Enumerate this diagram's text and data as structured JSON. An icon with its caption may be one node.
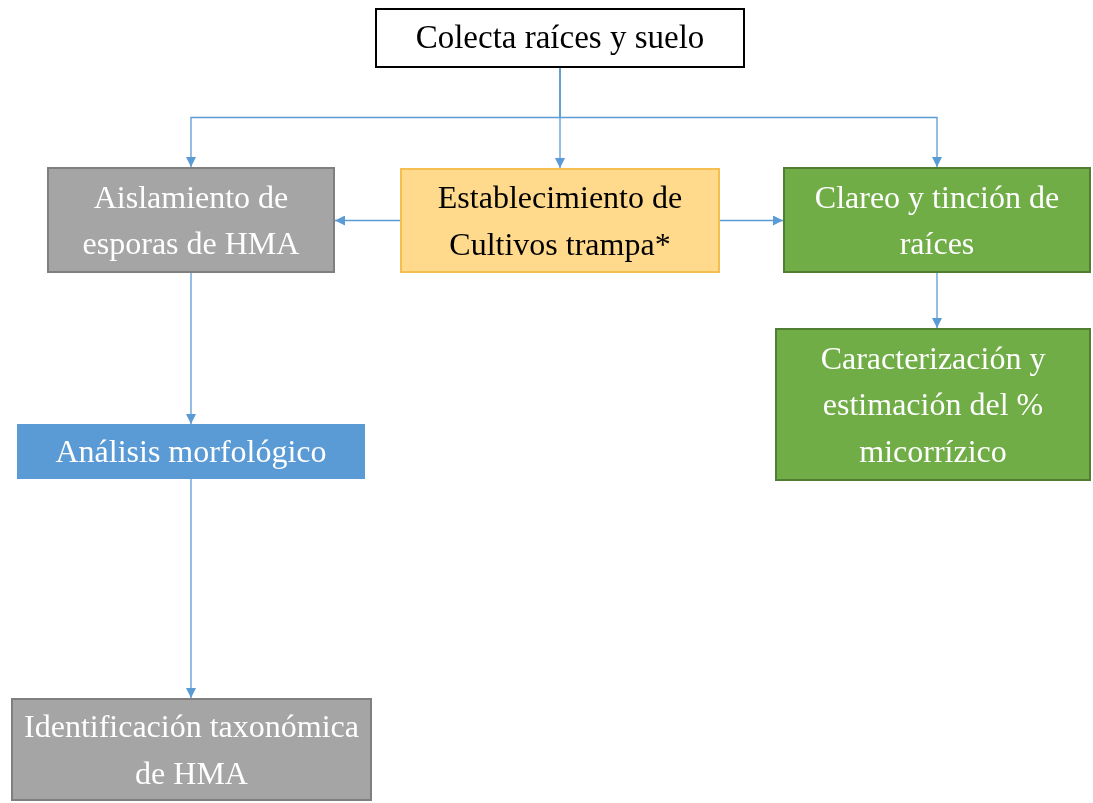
{
  "diagram": {
    "nodes": [
      {
        "text": [
          "Colecta raíces y suelo"
        ]
      },
      {
        "text": [
          "Aislamiento de esporas de HMA"
        ]
      },
      {
        "text": [
          "Establecimiento de Cultivos trampa*"
        ]
      },
      {
        "text": [
          "Clareo y tinción de raíces"
        ]
      },
      {
        "text": [
          "Caracterización y estimación del % micorrízico"
        ]
      },
      {
        "text": [
          "Análisis morfológico"
        ]
      },
      {
        "text": [
          "Identificación taxonómica de HMA"
        ]
      }
    ],
    "edges": [
      {
        "from": 0,
        "to": 1,
        "arrow": "to"
      },
      {
        "from": 0,
        "to": 2,
        "arrow": "to"
      },
      {
        "from": 0,
        "to": 3,
        "arrow": "to"
      },
      {
        "from": 2,
        "to": 1,
        "arrow": "to"
      },
      {
        "from": 2,
        "to": 3,
        "arrow": "to"
      },
      {
        "from": 3,
        "to": 4,
        "arrow": "to"
      },
      {
        "from": 1,
        "to": 5,
        "arrow": "to"
      },
      {
        "from": 5,
        "to": 6,
        "arrow": "to"
      }
    ]
  }
}
